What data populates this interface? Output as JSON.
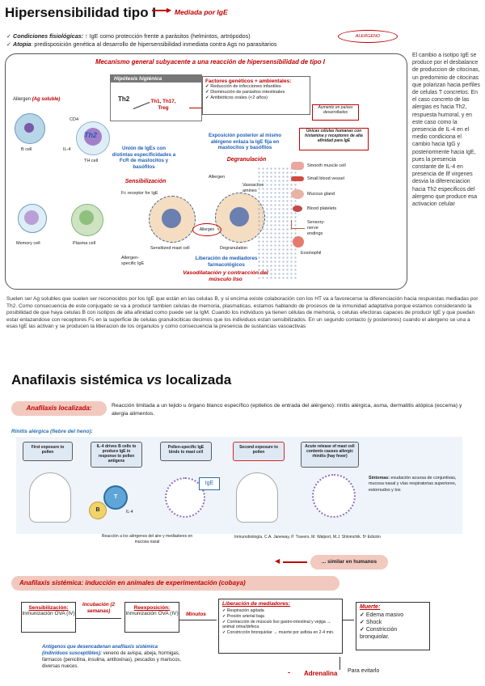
{
  "section1": {
    "title": "Hipersensibilidad tipo I",
    "mediated": "Mediada por IgE",
    "bullet1_label": "Condiciones fisiológicas:",
    "bullet1_text": " ↑ IgE como protección frente a parásitos (helmintos, artrópodos)",
    "bullet2_label": "Atopia",
    "bullet2_text": ": predisposición genética al desarrollo de hipersensibilidad inmediata contra Ags no parasitarios",
    "allergen_tag": "ALERGENO"
  },
  "mechanism": {
    "title": "Mecanismo general subyacente a una reacción de hipersensibilidad de tipo I",
    "hygiene_title": "Hipótesis higiénica",
    "th2": "Th2",
    "th1_group": "Th1, Th17, Treg",
    "factors_title": "Factores genéticos + ambientales:",
    "factors": [
      "Reducción de infecciones infantiles",
      "Disminución de parásitos intestinales",
      "Antibióticos orales (<2 años)"
    ],
    "increase_note": "Aumento en países desarrollados",
    "allergen_label": "Allergen",
    "allergen_soluble": "(Ag soluble)",
    "cd4": "CD4",
    "il4": "IL-4",
    "b_cell": "B cell",
    "th_cell": "TH cell",
    "th2_cell": "Th2",
    "memory_cell": "Memory cell",
    "plasma_cell": "Plasma cell",
    "union_text": "Unión de IgEs con distintas especificidades a FcR de mastocitos y basófilos",
    "sensitization": "Sensibilización",
    "exposure_text": "Exposición posterior al mismo alérgeno enlaza la IgE fija en mastocitos y basófilos",
    "degranulation": "Degranulación",
    "only_cells_note": "Únicas células humanas con histamina y receptores de alta afinidad para IgE",
    "fc_receptor": "Fc receptor for IgE",
    "allergen_specific": "Allergen-specific IgE",
    "sensitized_mast": "Sensitized mast cell",
    "degranulation_label": "Degranulation",
    "vasoactive": "Vasoactive amines",
    "allergen_center": "Allergen",
    "liberation_text": "Liberación de mediadores farmacológicos",
    "vaso_text": "Vasodilatación y contracción del músculo liso",
    "targets": [
      "Smooth muscle cell",
      "Small blood vessel",
      "Mucous gland",
      "Blood platelets",
      "Sensory-nerve endings",
      "Eosinophil"
    ]
  },
  "side_text": "El cambio a isotipo IgE se produce por el desbalance de produccion de citocinas, un predominio de citocinas que polarizan hacia perfiles de celulas T concretos. En el caso concreto de las alergias es hacia Th2, respuesta humoral, y en este caso como la presencia de IL-4 en el medio condiciona el cambio hacia IgG y posteriormente hacia IgE, pues la presencia constante de IL-4 en presencia de Ilf virgenes desvia la diferenciacion hacia Th2 especificos del alergeno que produce esa activacion celular",
  "para1": "Suelen ser Ag solubles que suelen ser reconocidos por los IgE que están en las celulas B, y si encima existe colaboración con los HT va a favorecerse la diferenciación hacia respuestas mediadas por Th2. Como consecuencia de este conjugado se va a producir tambien celulas de memoria, plasmaticas, estamos hablando de procesos de la inmunidad adaptativa porque estamos considerando la posibilidad de que haya celulas B con isotipos de alta afinidad como puede ser la IgM. Cuando los individuos ya tienen células de memoria, o celulas efectoras capaces de producir IgE y que puedan estar enlazandose con receptores Fc en la superficie de celulas granulociticas decimos que los individuos estan sensibilizados. En un segundo contacto (y posteriores) cuando el alergeno se una a esas IgE las activan y se producen la liberacion de los organulos y como consecuencia la presencia de sustancias vasoactivas",
  "section2": {
    "title_a": "Anafilaxis sistémica ",
    "title_vs": "vs",
    "title_b": " localizada",
    "localized_label": "Anafilaxis localizada:",
    "localized_text": "Reacción limitada a un tejido u órgano blanco específico (epitelios de entrada del alérgeno): rinitis alérgica, asma, dermatitis atópica (eccema) y alergia alimentos.",
    "rhinitis_title": "Rinitis alérgica (fiebre del heno):",
    "steps": [
      "First exposure to pollen",
      "IL-4 drives B cells to produce IgE in response to pollen antigens",
      "Pollen-specific IgE binds to mast cell",
      "Second exposure to pollen",
      "Acute release of mast cell contents causes allergic rhinitis (hay fever)"
    ],
    "ige_label": "IgE",
    "il4_label": "IL-4",
    "b_label": "B",
    "t_label": "T",
    "symptoms_label": "Síntomas:",
    "symptoms_text": " exudación acuosa de conjuntivas, mucosa nasal y vías respiratorias superiores, estornudos y tos",
    "reaction_caption": "Reacción a los alérgenos del aire y mediadores en mucosa nasal",
    "credit": "Inmunobiología. C.A. Janeway, P. Travers, M. Walport, M.J. Shlomchik. 5ª Edición",
    "similar": "... similar en humanos",
    "systemic_title": "Anafilaxis sistémica: inducción en animales de experimentación (cobaya)",
    "sens_label": "Sensibilización:",
    "sens_text": "Inmunización OVA (IV)",
    "incubation": "Incubación (2 semanas)",
    "reexp_label": "Reexposición:",
    "reexp_text": "Inmunización OVA (IV)",
    "minutes": "Minutos",
    "lib_title": "Liberación de mediadores:",
    "lib_items": [
      "Respiración agitada",
      "Presión arterial baja",
      "Contracción de músculo liso gastro-intestinal y vejiga → animal orina/defeca",
      "Constricción bronquiolar → muerte por asfixia en 2-4 min."
    ],
    "death_title": "Muerte:",
    "death_items": [
      "Edema masivo",
      "Shock",
      "Constricción bronquiolar."
    ],
    "antigens_text": "Antígenos que desencadenan anafilaxis sistémica (individuos susceptibles):",
    "antigens_list": " veneno de avispa, abeja, hormigas, fármacos (penicilina, insulina, antitoxinas), pescados y mariscos, diversas nueces.",
    "adrenalina": "Adrenalina",
    "minus": "-",
    "avoid": "Para evitarlo"
  }
}
